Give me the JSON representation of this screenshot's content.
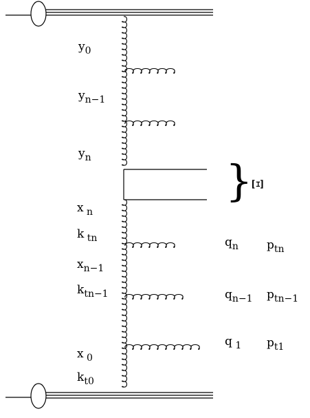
{
  "colors": {
    "ink": "#000000",
    "background": "#ffffff"
  },
  "diagram": {
    "blob_symbol": "Ξ",
    "brace_symbol": "}",
    "labels": {
      "y0": {
        "base": "y",
        "sub": "0"
      },
      "yn1": {
        "base": "y",
        "sub": "n−1"
      },
      "yn": {
        "base": "y",
        "sub": "n"
      },
      "xn": {
        "base": "x",
        "sub": " n"
      },
      "ktn": {
        "base": "k",
        "sub": " tn"
      },
      "xn1": {
        "base": "x",
        "sub": "n−1"
      },
      "ktn1": {
        "base": "k",
        "sub": "tn−1"
      },
      "x0": {
        "base": "x",
        "sub": " 0"
      },
      "kt0": {
        "base": "k",
        "sub": "t0"
      },
      "qn": {
        "base": "q",
        "sub": "n"
      },
      "qn1": {
        "base": "q",
        "sub": "n−1"
      },
      "q1": {
        "base": "q",
        "sub": " 1"
      },
      "ptn": {
        "base": "p",
        "sub": "tn"
      },
      "ptn1": {
        "base": "p",
        "sub": "tn−1"
      },
      "pt1": {
        "base": "p",
        "sub": "t1"
      }
    }
  }
}
